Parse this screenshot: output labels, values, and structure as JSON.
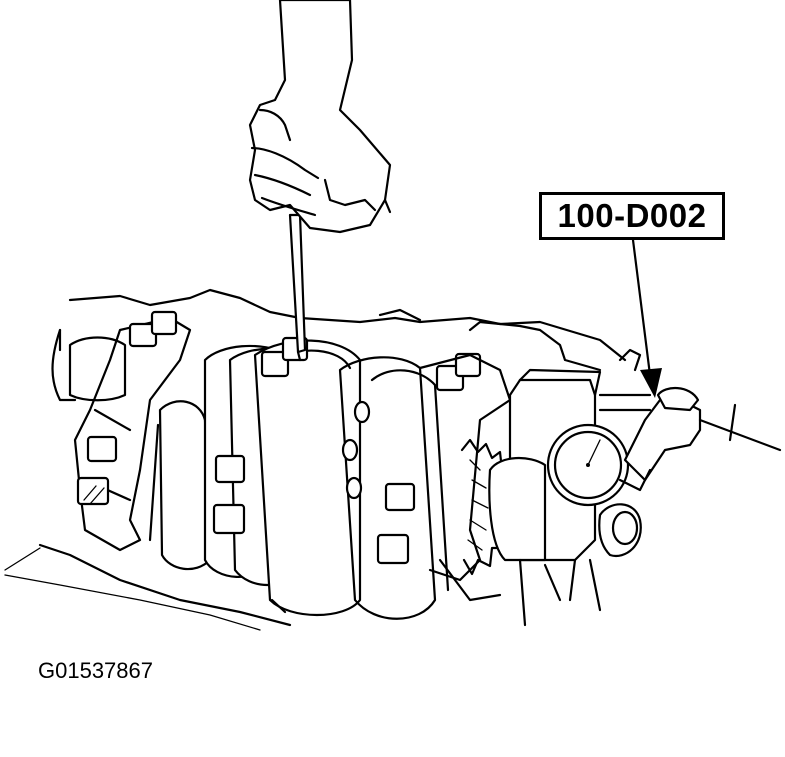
{
  "illustration": {
    "subject": "Crankshaft end play measurement with dial indicator and pry bar",
    "callout": {
      "label": "100-D002"
    },
    "figure_id": "G01537867",
    "colors": {
      "ink": "#000000",
      "paper": "#ffffff"
    }
  }
}
